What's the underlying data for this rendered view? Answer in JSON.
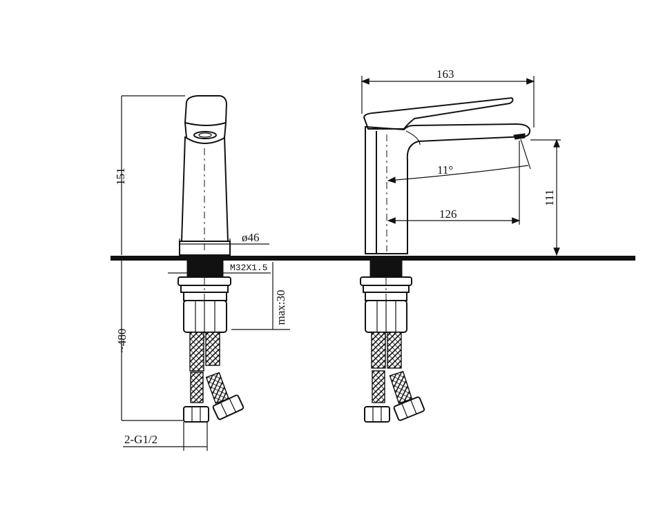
{
  "dimensions": {
    "height_side": "151",
    "width_total": "163",
    "spout_angle": "11°",
    "spout_reach": "126",
    "spout_height": "111",
    "base_diameter": "ø46",
    "thread": "M32X1.5",
    "max_deck": "max:30",
    "hose_length": "~480",
    "connection": "2-G1/2"
  }
}
